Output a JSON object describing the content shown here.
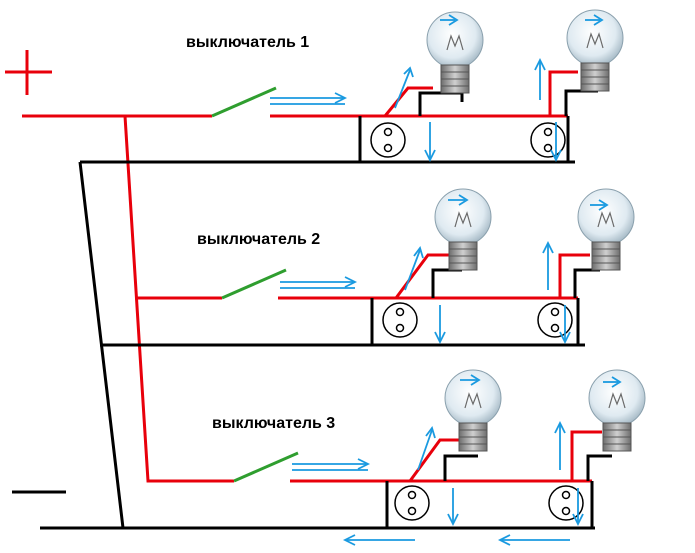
{
  "colors": {
    "positive_wire": "#e8000b",
    "negative_wire": "#000000",
    "switch": "#2f9e2f",
    "arrow": "#1a9ae0",
    "bulb_glass": "#d9e9f2",
    "bulb_base": "#9a9a9a"
  },
  "polarity": {
    "plus": "+",
    "minus": "—"
  },
  "switches": [
    {
      "label": "выключатель 1"
    },
    {
      "label": "выключатель 2"
    },
    {
      "label": "выключатель 3"
    }
  ],
  "icons": [
    "light-bulb-icon",
    "socket-icon",
    "switch-icon",
    "current-arrow-icon"
  ]
}
